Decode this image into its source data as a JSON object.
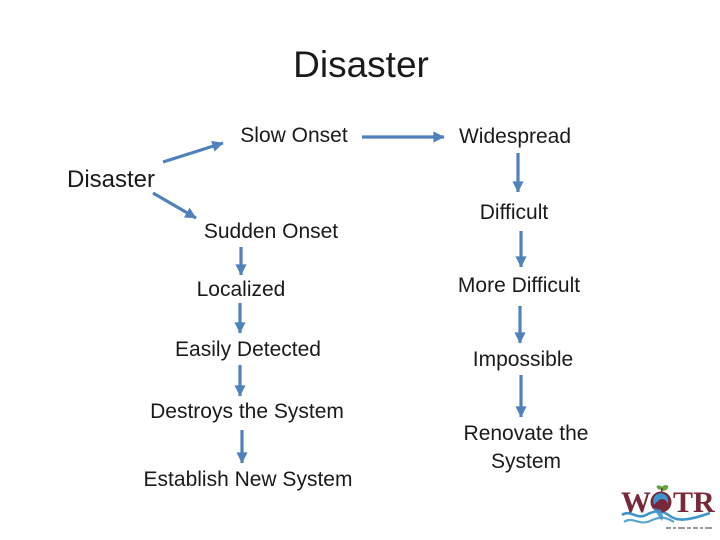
{
  "slide": {
    "title": "Disaster"
  },
  "nodes": {
    "root": "Disaster",
    "slow_onset": "Slow Onset",
    "widespread": "Widespread",
    "difficult": "Difficult",
    "more_difficult": "More Difficult",
    "impossible": "Impossible",
    "renovate": "Renovate the System",
    "sudden_onset": "Sudden Onset",
    "localized": "Localized",
    "easily_detected": "Easily Detected",
    "destroys": "Destroys the System",
    "establish": "Establish New System"
  },
  "logo": {
    "word_start": "W",
    "word_end": "TR"
  },
  "colors": {
    "ink": "#1a1a1a",
    "arrow": "#5081BD",
    "logo_maroon": "#77293B",
    "logo_blue": "#3E95CE",
    "logo_green": "#65A33C"
  }
}
